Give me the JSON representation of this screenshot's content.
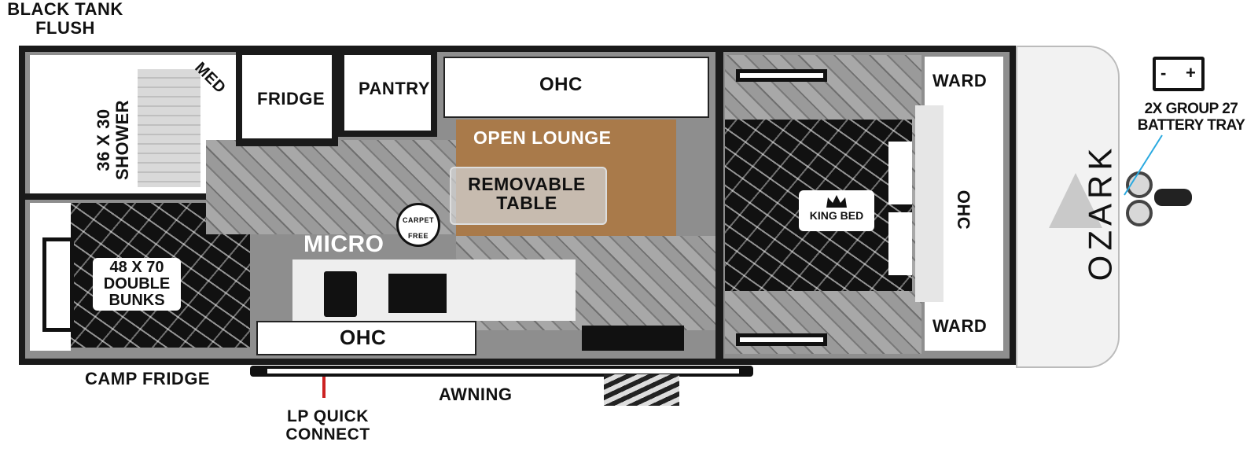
{
  "labels": {
    "black_tank_flush": [
      "BLACK  TANK",
      "FLUSH"
    ],
    "shower": [
      "36 X 30",
      "SHOWER"
    ],
    "med": "MED",
    "fridge": "FRIDGE",
    "pantry": "PANTRY",
    "ohc_top": "OHC",
    "open_lounge": "OPEN LOUNGE",
    "removable_table": [
      "REMOVABLE",
      "TABLE"
    ],
    "carpet_free": [
      "CARPET",
      "FREE"
    ],
    "micro": "MICRO",
    "bunks": [
      "48 X 70",
      "DOUBLE",
      "BUNKS"
    ],
    "ohc_kitchen": "OHC",
    "king_bed": "KING BED",
    "ward_top": "WARD",
    "ward_bottom": "WARD",
    "ohc_bedroom": "OHC",
    "battery_tray": [
      "2X GROUP 27",
      "BATTERY TRAY"
    ],
    "battery_minus": "-",
    "battery_plus": "+",
    "brand": "OZARK",
    "camp_fridge": "CAMP FRIDGE",
    "awning": "AWNING",
    "lp_quick_connect": [
      "LP QUICK",
      "CONNECT"
    ]
  },
  "colors": {
    "wall": "#1a1a1a",
    "floor": "#8e8e8e",
    "lounge_brown": "#a97a4a",
    "accent_blue": "#29a9e0",
    "lp_red": "#cc2222"
  }
}
